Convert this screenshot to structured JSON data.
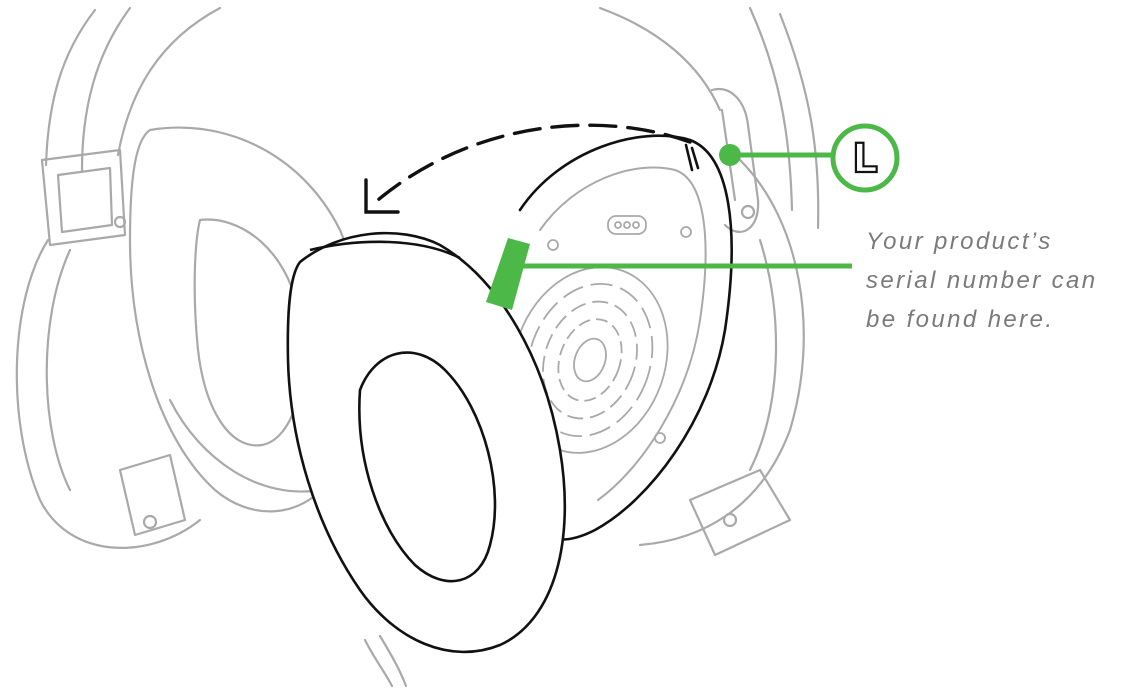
{
  "callouts": {
    "side_badge": {
      "letter": "L"
    },
    "serial_caption": {
      "lines": [
        "Your product’s",
        "serial number can",
        "be found here."
      ]
    }
  },
  "colors": {
    "accent": "#4cb848",
    "outline": "#111111",
    "faded_outline": "#a9a9a9",
    "caption": "#7a7a7a"
  },
  "icons": {
    "side_badge": "l-letter-icon",
    "removal_arrow": "curved-dashed-arrow-icon"
  }
}
